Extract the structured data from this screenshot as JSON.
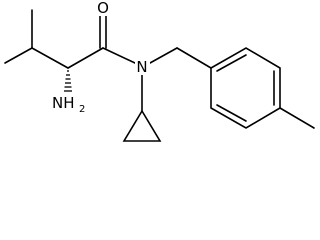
{
  "molecule": {
    "atoms": {
      "oxygen": "O",
      "nitrogen": "N",
      "amine_main": "NH",
      "amine_sub": "2"
    },
    "colors": {
      "bond": "#000000",
      "background": "#ffffff"
    }
  }
}
